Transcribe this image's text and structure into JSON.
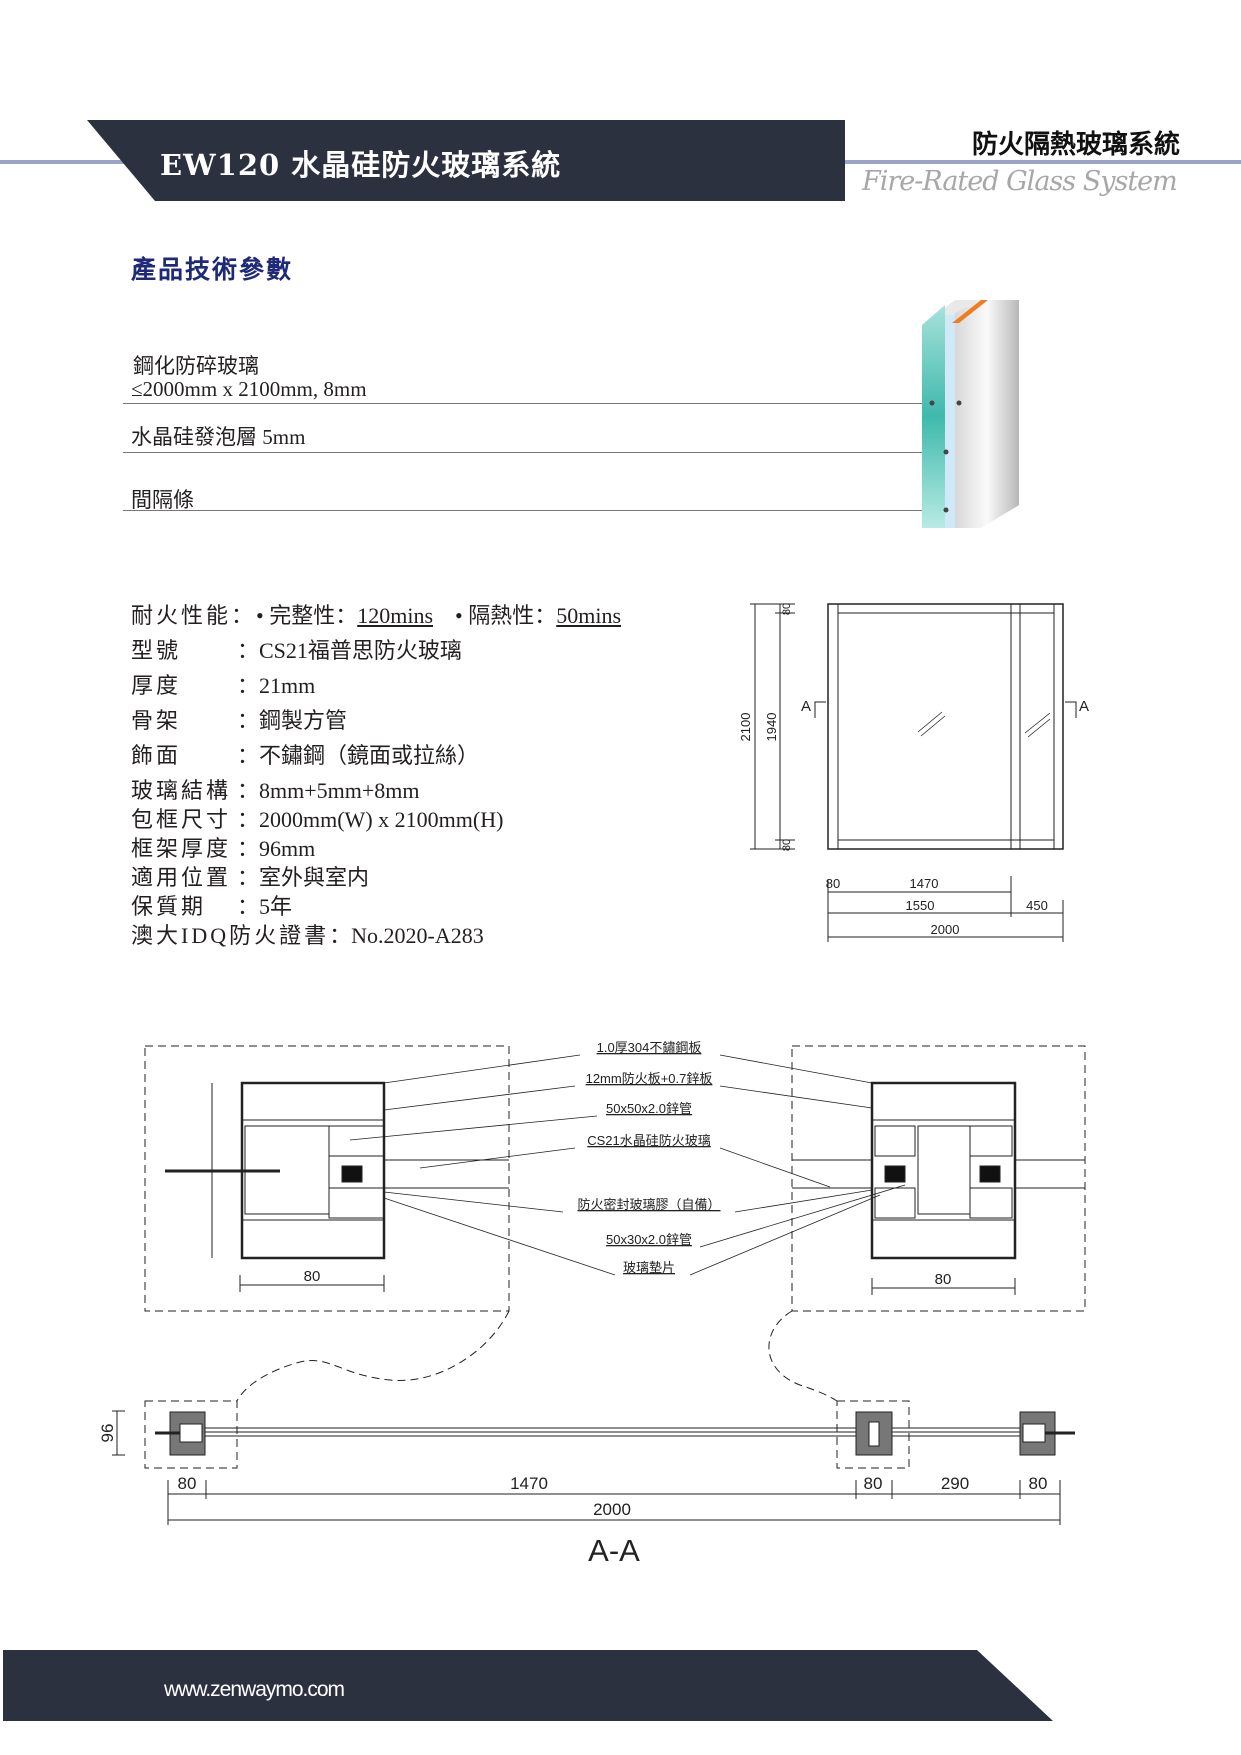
{
  "header": {
    "title": "EW120 水晶硅防火玻璃系統",
    "right_title": "防火隔熱玻璃系統",
    "right_subtitle": "Fire-Rated Glass System"
  },
  "section_heading": "產品技術參數",
  "layers": {
    "glass_label": "鋼化防碎玻璃",
    "glass_size": "≤2000mm x 2100mm, 8mm",
    "foam_label": "水晶硅發泡層 5mm",
    "spacer_label": "間隔條"
  },
  "specs": {
    "fire_label": "耐火性能：",
    "integrity_label": "• 完整性：",
    "integrity_value": "120mins",
    "insulation_label": "• 隔熱性：",
    "insulation_value": "50mins",
    "rows": [
      {
        "k": "型號",
        "v": "：CS21福普思防火玻璃"
      },
      {
        "k": "厚度",
        "v": "：21mm"
      },
      {
        "k": "骨架",
        "v": "：鋼製方管"
      },
      {
        "k": "飾面",
        "v": "：不鏽鋼（鏡面或拉絲）"
      },
      {
        "k": "玻璃結構",
        "v": "：8mm+5mm+8mm"
      },
      {
        "k": "包框尺寸",
        "v": "：2000mm(W) x 2100mm(H)"
      },
      {
        "k": "框架厚度",
        "v": "：96mm"
      },
      {
        "k": "適用位置",
        "v": "：室外與室内"
      },
      {
        "k": "保質期",
        "v": "：5年"
      },
      {
        "k": "澳大IDQ防火證書",
        "v": "：No.2020-A283"
      }
    ]
  },
  "elevation": {
    "h_total": "2100",
    "h_glass": "1940",
    "h_rail_top": "80",
    "h_rail_bottom": "80",
    "section_mark": "A",
    "w_stile": "80",
    "w_glass": "1470",
    "w_left": "1550",
    "w_right": "450",
    "w_total": "2000"
  },
  "detail": {
    "labels": [
      "1.0厚304不鏽鋼板",
      "12mm防火板+0.7鋅板",
      "50x50x2.0鋅管",
      "CS21水晶硅防火玻璃",
      "防火密封玻璃膠（自備）",
      "50x30x2.0鋅管",
      "玻璃墊片"
    ],
    "dim_left": "80",
    "dim_right": "80"
  },
  "plan": {
    "depth": "96",
    "dims": [
      "80",
      "1470",
      "80",
      "290",
      "80"
    ],
    "total": "2000",
    "title": "A-A"
  },
  "footer": {
    "url": "www.zenwaymo.com"
  }
}
